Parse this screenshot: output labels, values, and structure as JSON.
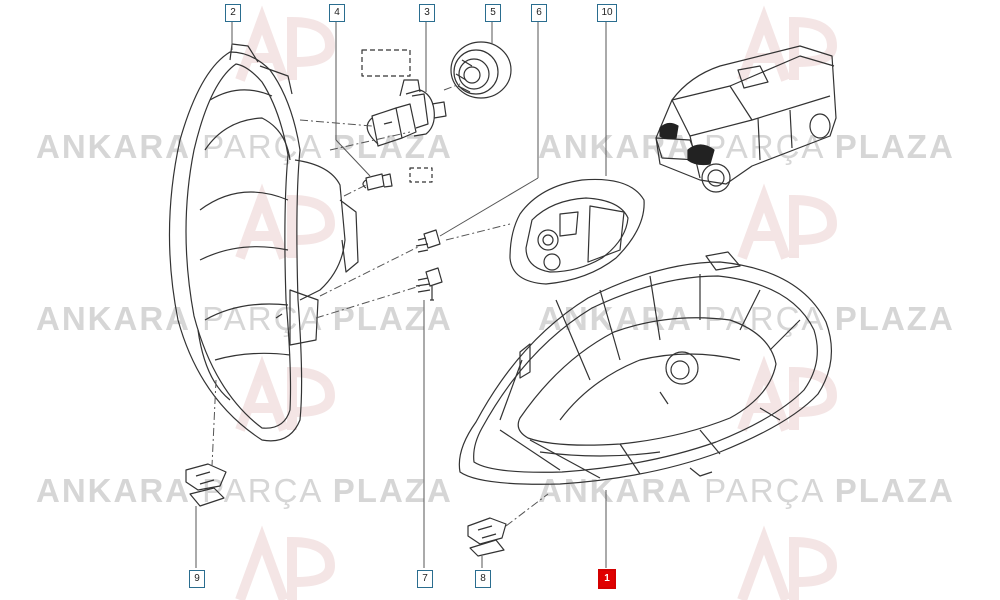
{
  "watermark": {
    "brand_bold": "ANKARA",
    "brand_light": "PARÇA",
    "brand_bold2": "PLAZA",
    "logo_letters": "AP"
  },
  "parts": [
    {
      "id": "2",
      "label": "2"
    },
    {
      "id": "4",
      "label": "4"
    },
    {
      "id": "3",
      "label": "3"
    },
    {
      "id": "5",
      "label": "5"
    },
    {
      "id": "6",
      "label": "6"
    },
    {
      "id": "10",
      "label": "10"
    },
    {
      "id": "9",
      "label": "9"
    },
    {
      "id": "7",
      "label": "7"
    },
    {
      "id": "8",
      "label": "8"
    },
    {
      "id": "1",
      "label": "1"
    }
  ],
  "colors": {
    "tag_border": "#2a6d8f",
    "highlight": "#e00000",
    "line": "#333333",
    "watermark": "#d6d6d6"
  }
}
